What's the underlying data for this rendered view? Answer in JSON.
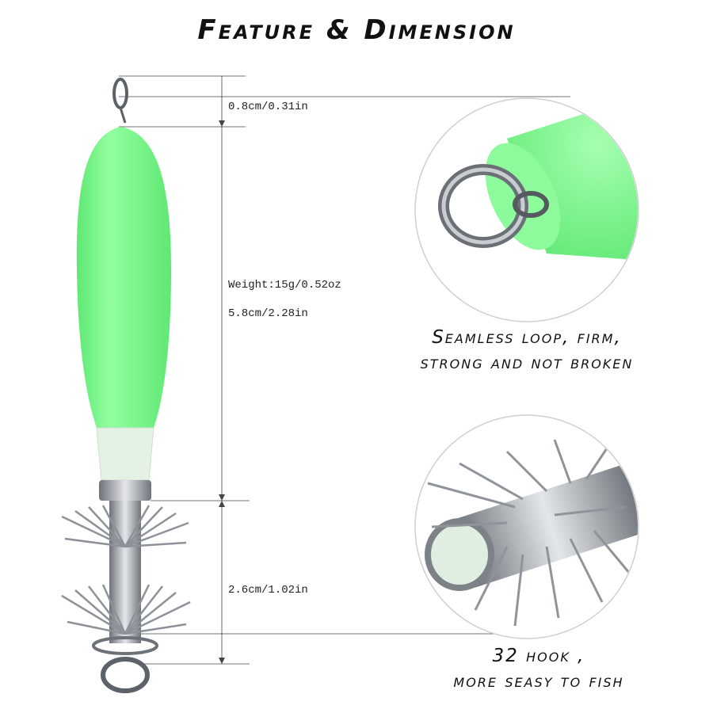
{
  "title": "Feature & Dimension",
  "dimensions": {
    "hook_ring": "0.8cm/0.31in",
    "weight": "Weight:15g/0.52oz",
    "body_length": "5.8cm/2.28in",
    "hook_length": "2.6cm/1.02in"
  },
  "captions": {
    "loop_line1": "Seamless loop, firm,",
    "loop_line2": "strong and not broken",
    "hook_line1": "32 hook ,",
    "hook_line2": "more seasy to fish"
  },
  "colors": {
    "lure_green": "#7dfc8f",
    "glow_tip": "#e4f2e4",
    "metal": "#a9aeb4"
  }
}
